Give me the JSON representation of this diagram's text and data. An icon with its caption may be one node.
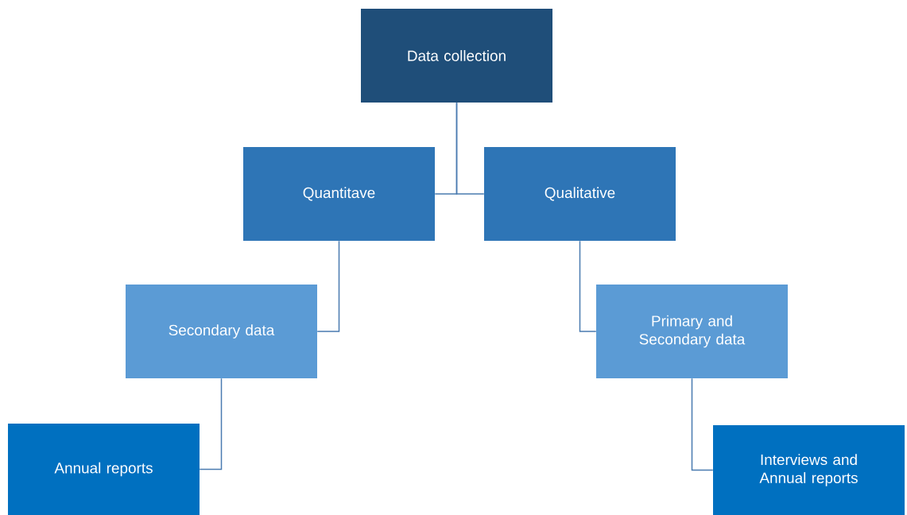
{
  "diagram": {
    "nodes": [
      {
        "text": [
          "Data collection"
        ]
      },
      {
        "text": [
          "Quantitave"
        ]
      },
      {
        "text": [
          "Qualitative"
        ]
      },
      {
        "text": [
          "Secondary data"
        ]
      },
      {
        "text": [
          "Primary and Secondary data"
        ]
      },
      {
        "text": [
          "Annual reports"
        ]
      },
      {
        "text": [
          "Interviews and Annual reports"
        ]
      }
    ],
    "edges": [
      {
        "from": 0,
        "to": 1,
        "arrow": "none"
      },
      {
        "from": 0,
        "to": 2,
        "arrow": "none"
      },
      {
        "from": 1,
        "to": 3,
        "arrow": "none"
      },
      {
        "from": 2,
        "to": 4,
        "arrow": "none"
      },
      {
        "from": 3,
        "to": 5,
        "arrow": "none"
      },
      {
        "from": 4,
        "to": 6,
        "arrow": "none"
      }
    ]
  }
}
